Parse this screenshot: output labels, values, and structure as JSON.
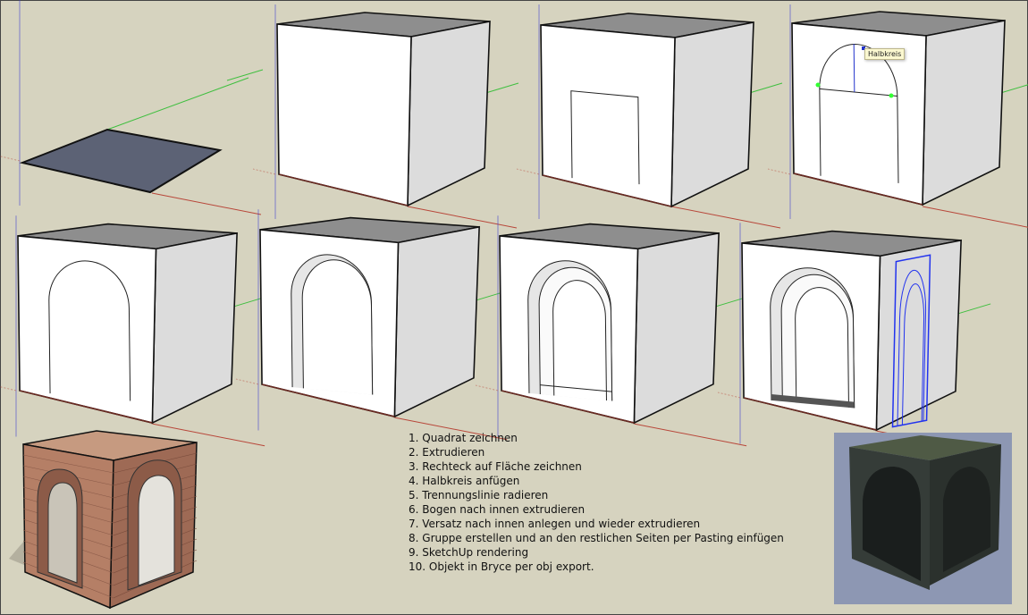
{
  "tooltip": "Halbkreis",
  "steps": [
    "1. Quadrat zeichnen",
    "2. Extrudieren",
    "3. Rechteck auf Fläche zeichnen",
    "4. Halbkreis anfügen",
    "5. Trennungslinie radieren",
    "6. Bogen nach innen extrudieren",
    "7. Versatz nach innen anlegen und wieder extrudieren",
    "8. Gruppe erstellen und an den restlichen Seiten per Pasting einfügen",
    "9. SketchUp rendering",
    "10. Objekt in Bryce per obj export."
  ],
  "colors": {
    "background": "#d6d3bf",
    "top_face": "#8e8e8e",
    "front_face": "#ffffff",
    "side_face": "#dcdcdc",
    "axis_red": "#b8473a",
    "axis_green": "#3fbf3f",
    "axis_blue": "#3a3ad0",
    "ground_square": "#5c6275",
    "brick": "#b57f66",
    "bryce_bg": "#8d97b3"
  }
}
